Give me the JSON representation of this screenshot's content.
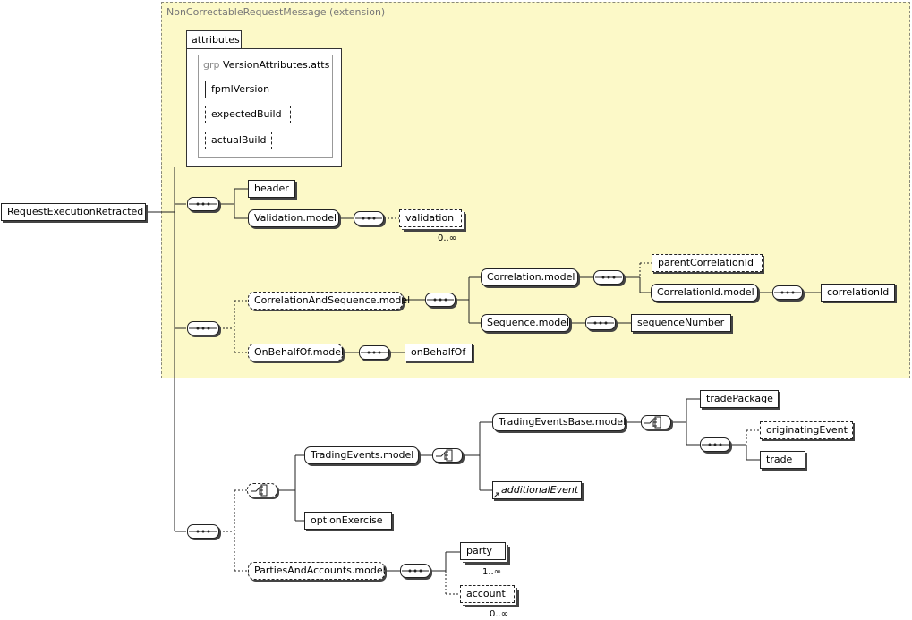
{
  "extension_label": "NonCorrectableRequestMessage (extension)",
  "attributes_tab": "attributes",
  "grp_prefix": "grp",
  "grp_name": "VersionAttributes.atts",
  "root": "RequestExecutionRetracted",
  "attrs": [
    "fpmlVersion",
    "expectedBuild",
    "actualBuild"
  ],
  "nodes": {
    "header": "header",
    "validation_model": "Validation.model",
    "validation": "validation",
    "validation_card": "0..∞",
    "corr_seq_model": "CorrelationAndSequence.model",
    "correlation_model": "Correlation.model",
    "parent_correlation_id": "parentCorrelationId",
    "correlation_id_model": "CorrelationId.model",
    "correlation_id": "correlationId",
    "sequence_model": "Sequence.model",
    "sequence_number": "sequenceNumber",
    "on_behalf_of_model": "OnBehalfOf.model",
    "on_behalf_of": "onBehalfOf",
    "trading_events_model": "TradingEvents.model",
    "trading_events_base_model": "TradingEventsBase.model",
    "trade_package": "tradePackage",
    "originating_event": "originatingEvent",
    "trade": "trade",
    "additional_event": "additionalEvent",
    "option_exercise": "optionExercise",
    "parties_accounts_model": "PartiesAndAccounts.model",
    "party": "party",
    "party_card": "1..∞",
    "account": "account",
    "account_card": "0..∞"
  }
}
